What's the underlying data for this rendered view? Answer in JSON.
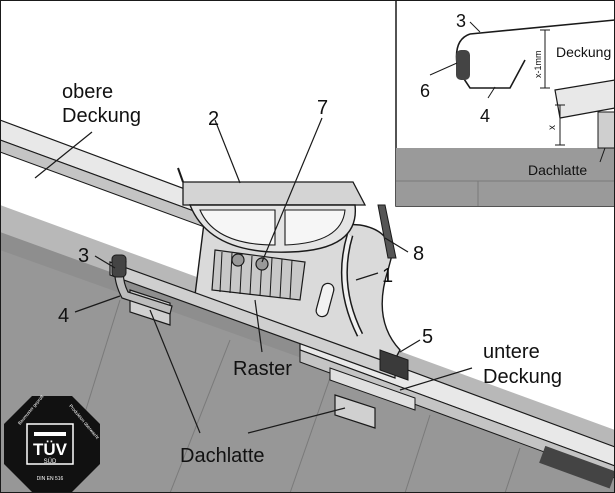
{
  "labels": {
    "upper_cover": [
      "obere",
      "Deckung"
    ],
    "lower_cover": [
      "untere",
      "Deckung"
    ],
    "raster": "Raster",
    "batten_main": "Dachlatte",
    "n1": "1",
    "n2": "2",
    "n3": "3",
    "n4": "4",
    "n5": "5",
    "n7": "7",
    "n8": "8"
  },
  "inset": {
    "n3": "3",
    "n6": "6",
    "n4": "4",
    "cover": "Deckung",
    "batten": "Dachlatte",
    "dim_top": "x-1mm",
    "dim_x": "x"
  },
  "badge": {
    "brand": "TÜV",
    "sub": "SÜD",
    "norm": "DIN EN 516",
    "ring_left": "Baumuster geprüft",
    "ring_right": "Produktion überwacht"
  },
  "colors": {
    "roof_dark": "#8c8c8c",
    "roof_mid": "#b4b4b4",
    "tile_light": "#e6e6e6",
    "part_light": "#dcdcdc",
    "outline": "#1a1a1a",
    "inset_floor": "#9a9a9a",
    "badge_black": "#111111"
  }
}
